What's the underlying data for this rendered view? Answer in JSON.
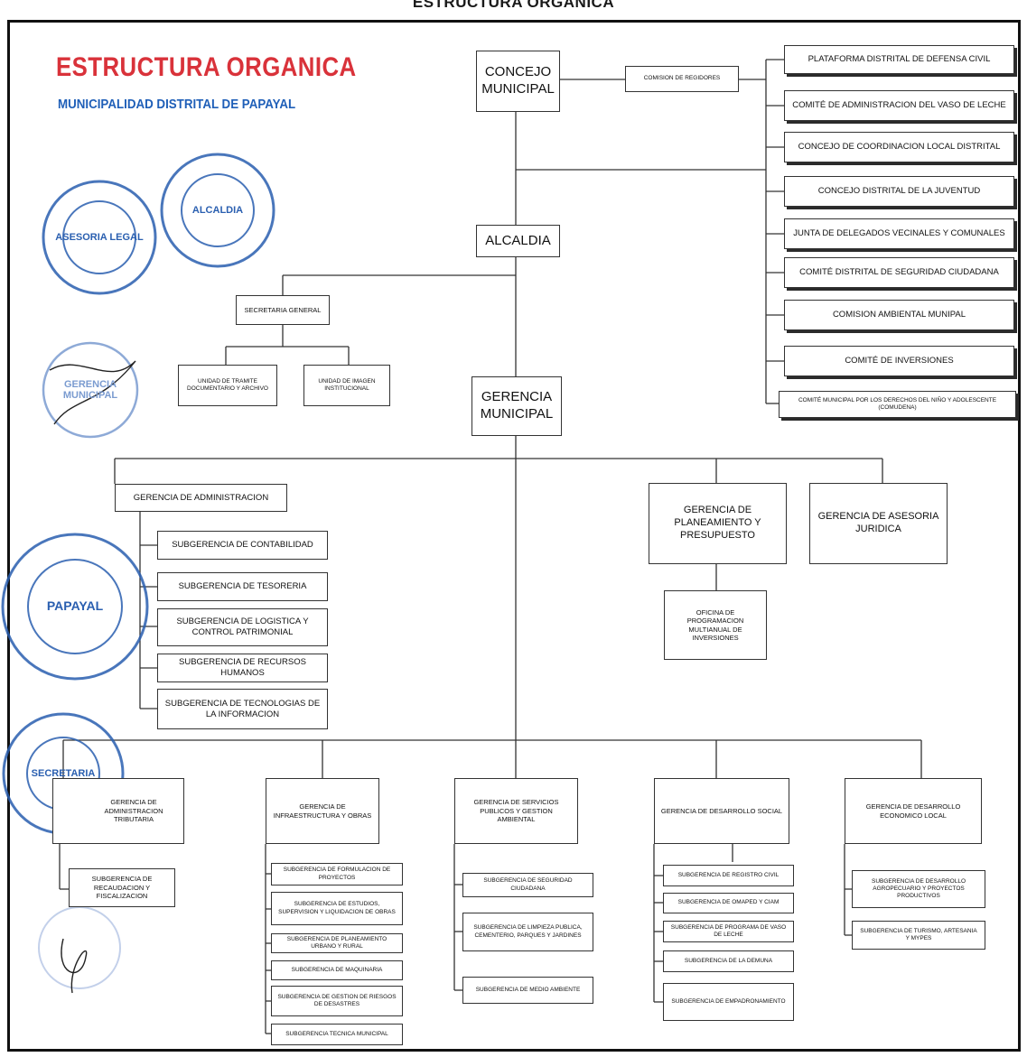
{
  "header": {
    "page_title": "ESTRUCTURA ORGANICA",
    "main_title": "ESTRUCTURA ORGANICA",
    "subtitle": "MUNICIPALIDAD DISTRITAL DE PAPAYAL"
  },
  "colors": {
    "title_red": "#d9323a",
    "subtitle_blue": "#1f5fb8",
    "stamp_blue": "#2a5fb0"
  },
  "top": {
    "concejo": "CONCEJO MUNICIPAL",
    "comision_regidores": "COMISION DE REGIDORES",
    "alcaldia": "ALCALDIA",
    "secretaria": "SECRETARIA GENERAL",
    "unidad_tramite": "UNIDAD DE TRAMITE DOCUMENTARIO Y ARCHIVO",
    "unidad_imagen": "UNIDAD DE IMAGEN INSTITUCIONAL",
    "gerencia_municipal": "GERENCIA MUNICIPAL"
  },
  "committees": [
    "PLATAFORMA DISTRITAL DE DEFENSA CIVIL",
    "COMITÉ DE ADMINISTRACION DEL VASO DE LECHE",
    "CONCEJO DE COORDINACION LOCAL DISTRITAL",
    "CONCEJO DISTRITAL DE LA JUVENTUD",
    "JUNTA DE DELEGADOS VECINALES Y COMUNALES",
    "COMITÉ DISTRITAL DE SEGURIDAD CIUDADANA",
    "COMISION AMBIENTAL MUNIPAL",
    "COMITÉ DE INVERSIONES",
    "COMITÉ MUNICIPAL POR LOS DERECHOS DEL NIÑO Y ADOLESCENTE (COMUDENA)"
  ],
  "administracion": {
    "head": "GERENCIA DE ADMINISTRACION",
    "subs": [
      "SUBGERENCIA DE CONTABILIDAD",
      "SUBGERENCIA DE TESORERIA",
      "SUBGERENCIA DE LOGISTICA Y CONTROL PATRIMONIAL",
      "SUBGERENCIA DE RECURSOS HUMANOS",
      "SUBGERENCIA DE TECNOLOGIAS DE LA INFORMACION"
    ]
  },
  "planeamiento": {
    "head": "GERENCIA DE PLANEAMIENTO Y PRESUPUESTO",
    "sub": "OFICINA DE PROGRAMACION MULTIANUAL DE INVERSIONES"
  },
  "asesoria": "GERENCIA DE ASESORIA JURIDICA",
  "lines": [
    {
      "head": "GERENCIA DE ADMINISTRACION TRIBUTARIA",
      "subs": [
        "SUBGERENCIA DE RECAUDACION Y FISCALIZACION"
      ]
    },
    {
      "head": "GERENCIA DE INFRAESTRUCTURA Y OBRAS",
      "subs": [
        "SUBGERENCIA DE FORMULACION DE PROYECTOS",
        "SUBGERENCIA DE ESTUDIOS, SUPERVISION Y LIQUIDACION DE OBRAS",
        "SUBGERENCIA DE PLANEAMIENTO URBANO Y RURAL",
        "SUBGERENCIA DE MAQUINARIA",
        "SUBGERENCIA DE GESTION DE RIESGOS DE DESASTRES",
        "SUBGERENCIA TECNICA MUNICIPAL"
      ]
    },
    {
      "head": "GERENCIA DE SERVICIOS PUBLICOS Y GESTION AMBIENTAL",
      "subs": [
        "SUBGERENCIA DE SEGURIDAD CIUDADANA",
        "SUBGERENCIA DE LIMPIEZA PUBLICA, CEMENTERIO, PARQUES Y JARDINES",
        "SUBGERENCIA DE MEDIO AMBIENTE"
      ]
    },
    {
      "head": "GERENCIA DE DESARROLLO SOCIAL",
      "subs": [
        "SUBGERENCIA DE REGISTRO CIVIL",
        "SUBGERENCIA DE OMAPED Y CIAM",
        "SUBGERENCIA DE PROGRAMA DE VASO DE LECHE",
        "SUBGERENCIA DE LA DEMUNA",
        "SUBGERENCIA DE EMPADRONAMIENTO"
      ]
    },
    {
      "head": "GERENCIA DE DESARROLLO ECONOMICO LOCAL",
      "subs": [
        "SUBGERENCIA DE DESARROLLO AGROPECUARIO Y PROYECTOS PRODUCTIVOS",
        "SUBGERENCIA DE TURISMO, ARTESANIA Y MYPES"
      ]
    }
  ],
  "stamps": {
    "asesoria": "ASESORIA LEGAL",
    "alcaldia": "ALCALDIA",
    "gerencia": "GERENCIA MUNICIPAL",
    "rrhh": "PAPAYAL",
    "secretaria": "SECRETARIA"
  }
}
